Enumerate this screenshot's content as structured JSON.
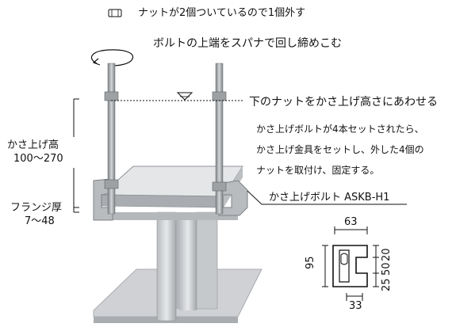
{
  "notes": {
    "remove_nut": "ナットが2個ついているので1個外す",
    "tighten_top": "ボルトの上端をスパナで回し締めこむ",
    "lower_nut": "下のナットをかさ上げ高さにあわせる",
    "procedure_line1": "かさ上げボルトが4本セットされたら、",
    "procedure_line2": "かさ上げ金具をセットし、外した4個の",
    "procedure_line3": "ナットを取付け、固定する。"
  },
  "product_label": "かさ上げボルト ASKB-H1",
  "left_dimensions": {
    "raise_height_label": "かさ上げ高",
    "raise_height_range": "100〜270",
    "flange_label": "フランジ厚",
    "flange_range": "7〜48"
  },
  "fitting_dimensions": {
    "top_width": "63",
    "bottom_width": "33",
    "height": "95",
    "segment_top": "20",
    "segment_mid": "50",
    "segment_bottom": "25"
  },
  "colors": {
    "steel_light": "#e2e4e6",
    "steel_mid": "#c5c8cb",
    "steel_dark": "#8f9397",
    "bolt": "#a8abae",
    "line": "#111111"
  }
}
